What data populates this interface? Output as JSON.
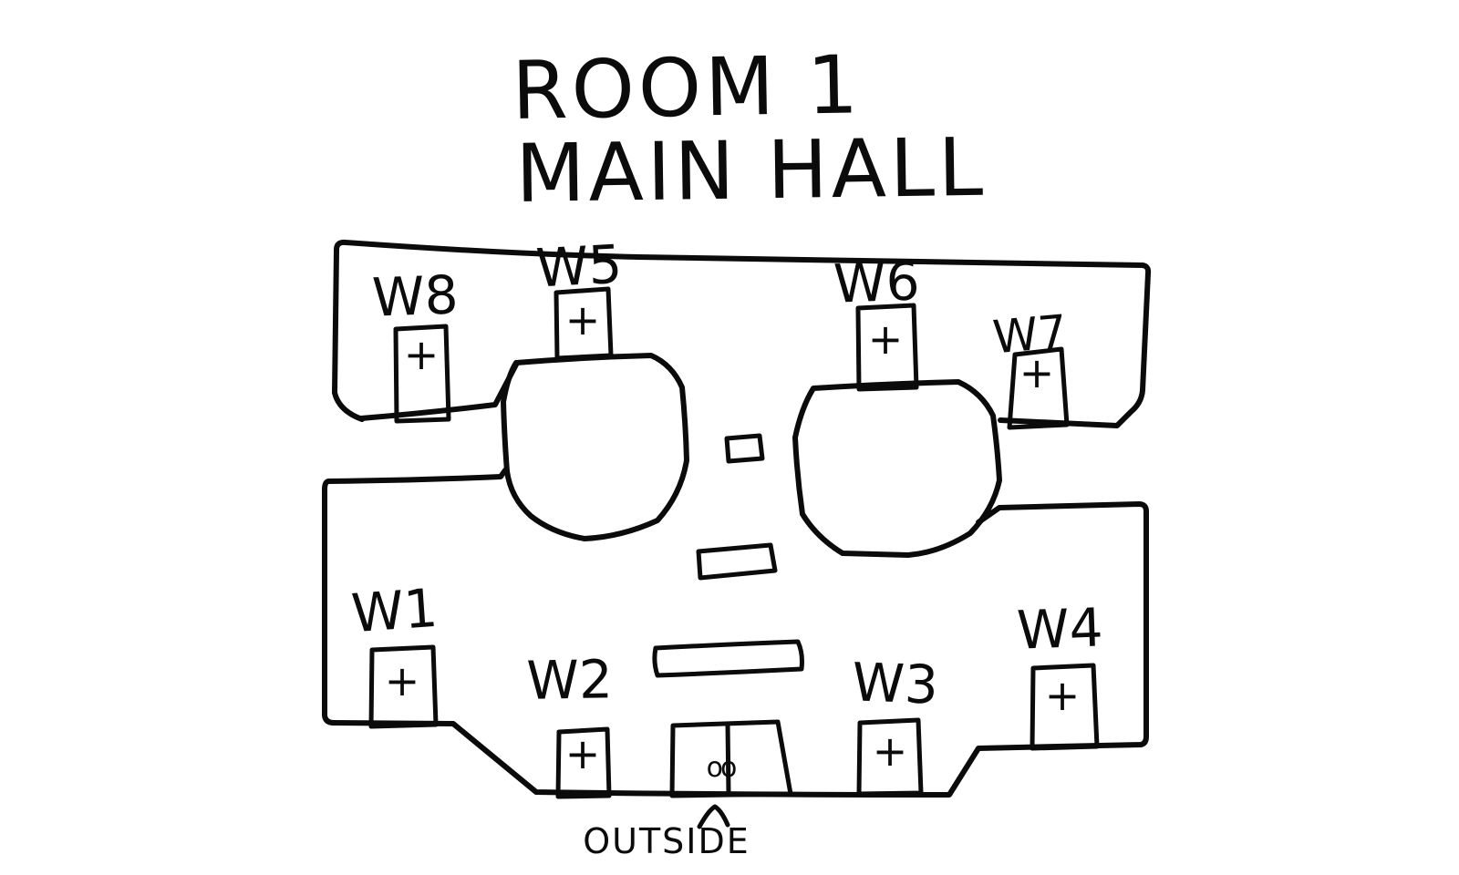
{
  "title": {
    "line1": "ROOM 1",
    "line2": "MAIN HALL"
  },
  "windows": [
    {
      "id": "W8",
      "label": "W8"
    },
    {
      "id": "W5",
      "label": "W5"
    },
    {
      "id": "W6",
      "label": "W6"
    },
    {
      "id": "W7",
      "label": "W7"
    },
    {
      "id": "W1",
      "label": "W1"
    },
    {
      "id": "W2",
      "label": "W2"
    },
    {
      "id": "W3",
      "label": "W3"
    },
    {
      "id": "W4",
      "label": "W4"
    }
  ],
  "marks": {
    "window_plus": "+",
    "door_knobs": "oo"
  },
  "outside": {
    "label": "OUTSIDE"
  },
  "colors": {
    "ink": "#0b0b0b",
    "paper": "#ffffff"
  }
}
